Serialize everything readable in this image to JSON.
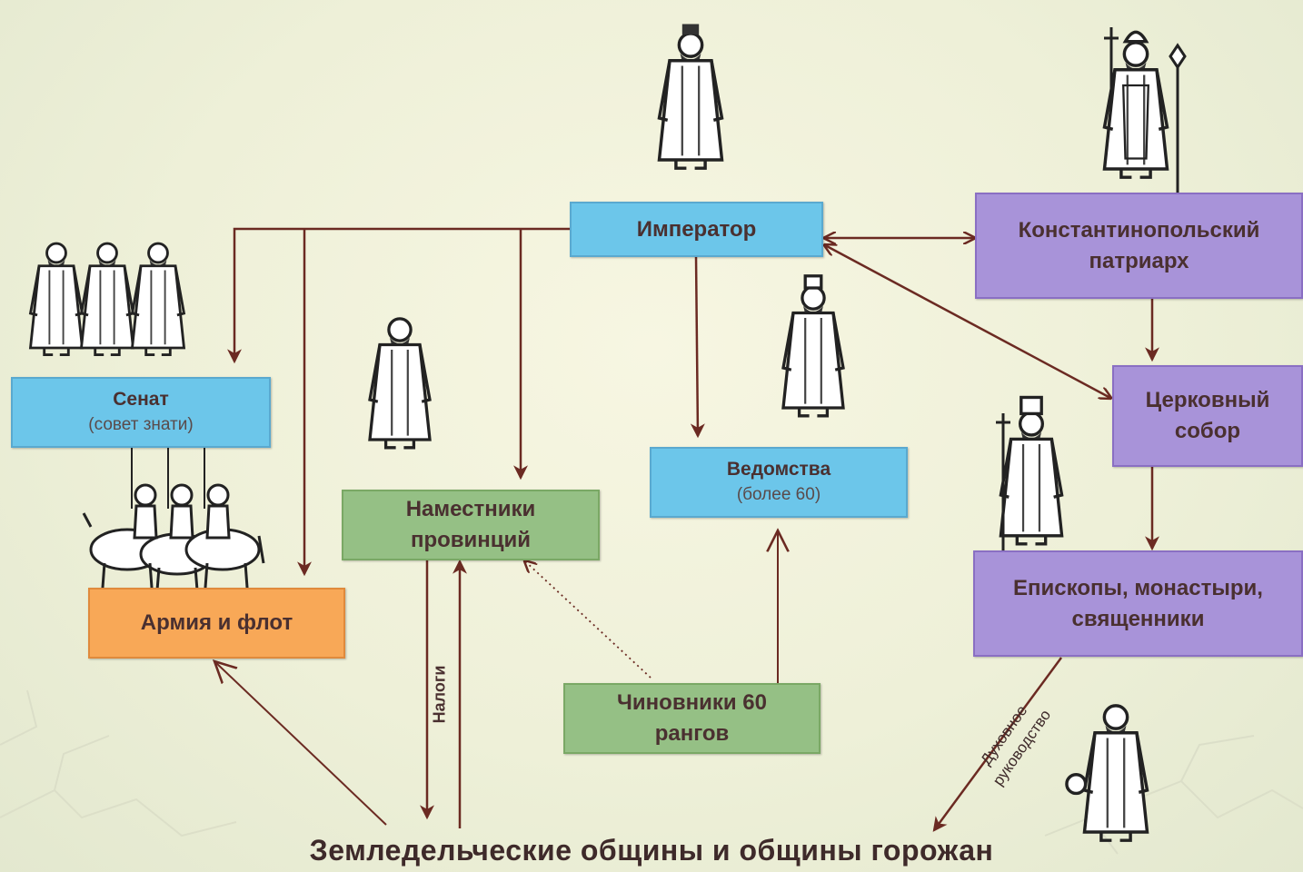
{
  "colors": {
    "blue": "#6cc6ea",
    "purple": "#a893d9",
    "green": "#95c085",
    "orange": "#f8a857",
    "arrow": "#6b2a22"
  },
  "nodes": {
    "emperor": {
      "title": "Император"
    },
    "patriarch": {
      "title": "Константинопольский патриарх"
    },
    "senate": {
      "title": "Сенат",
      "subtitle": "(совет знати)"
    },
    "church_council": {
      "title": "Церковный собор"
    },
    "departments": {
      "title": "Ведомства",
      "subtitle": "(более 60)"
    },
    "governors": {
      "title": "Наместники провинций"
    },
    "army": {
      "title": "Армия и флот"
    },
    "bishops": {
      "title": "Епископы, монастыри, священники"
    },
    "officials": {
      "title": "Чиновники 60 рангов"
    }
  },
  "labels": {
    "taxes": "Налоги",
    "spiritual_1": "Духовное",
    "spiritual_2": "руководство"
  },
  "bottom": {
    "text": "Земледельческие общины и общины горожан"
  },
  "figures": [
    "emperor-figure",
    "patriarch-figure",
    "senators-figure",
    "governor-figure",
    "official-figure",
    "cavalry-figure",
    "monk-figure",
    "townsman-figure"
  ]
}
